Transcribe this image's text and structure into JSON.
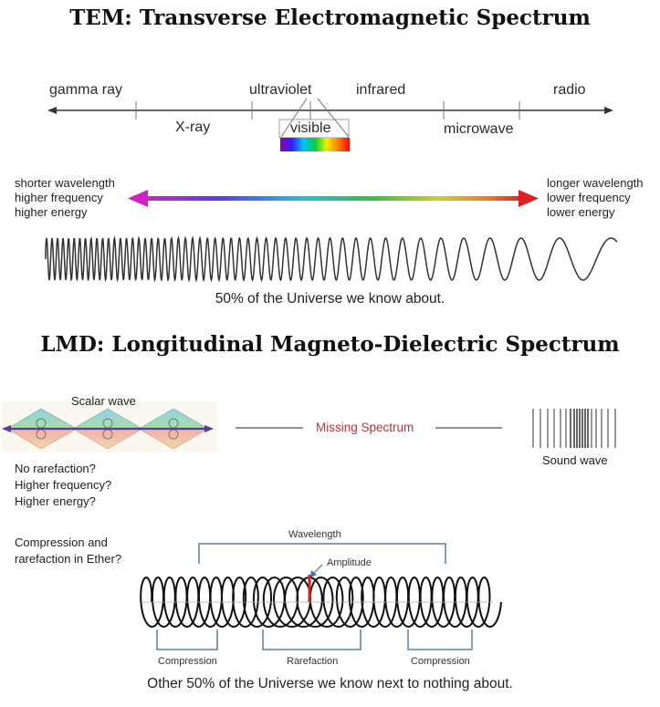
{
  "tem": {
    "title": "TEM: Transverse Electromagnetic Spectrum",
    "bands_upper": [
      "gamma ray",
      "ultraviolet",
      "infrared",
      "radio"
    ],
    "bands_lower": [
      "X-ray",
      "visible",
      "microwave"
    ],
    "left_text": [
      "shorter wavelength",
      "higher frequency",
      "higher energy"
    ],
    "right_text": [
      "longer wavelength",
      "lower frequency",
      "lower energy"
    ],
    "caption": "50% of the Universe we know about."
  },
  "lmd": {
    "title": "LMD: Longitudinal Magneto-Dielectric Spectrum",
    "scalar_label": "Scalar wave",
    "missing_label": "Missing Spectrum",
    "sound_label": "Sound wave",
    "questions": [
      "No rarefaction?",
      "Higher frequency?",
      "Higher energy?"
    ],
    "compression_question": [
      "Compression and",
      "rarefaction in Ether?"
    ],
    "wavelength_label": "Wavelength",
    "amplitude_label": "Amplitude",
    "compression_label": "Compression",
    "rarefaction_label": "Rarefaction",
    "caption": "Other 50% of the Universe we know next to nothing about."
  },
  "colors": {
    "missing": "#b8343c",
    "amplitude": "#e0201c",
    "amplitude_arrow": "#3a6fc8",
    "axis": "#333333"
  }
}
